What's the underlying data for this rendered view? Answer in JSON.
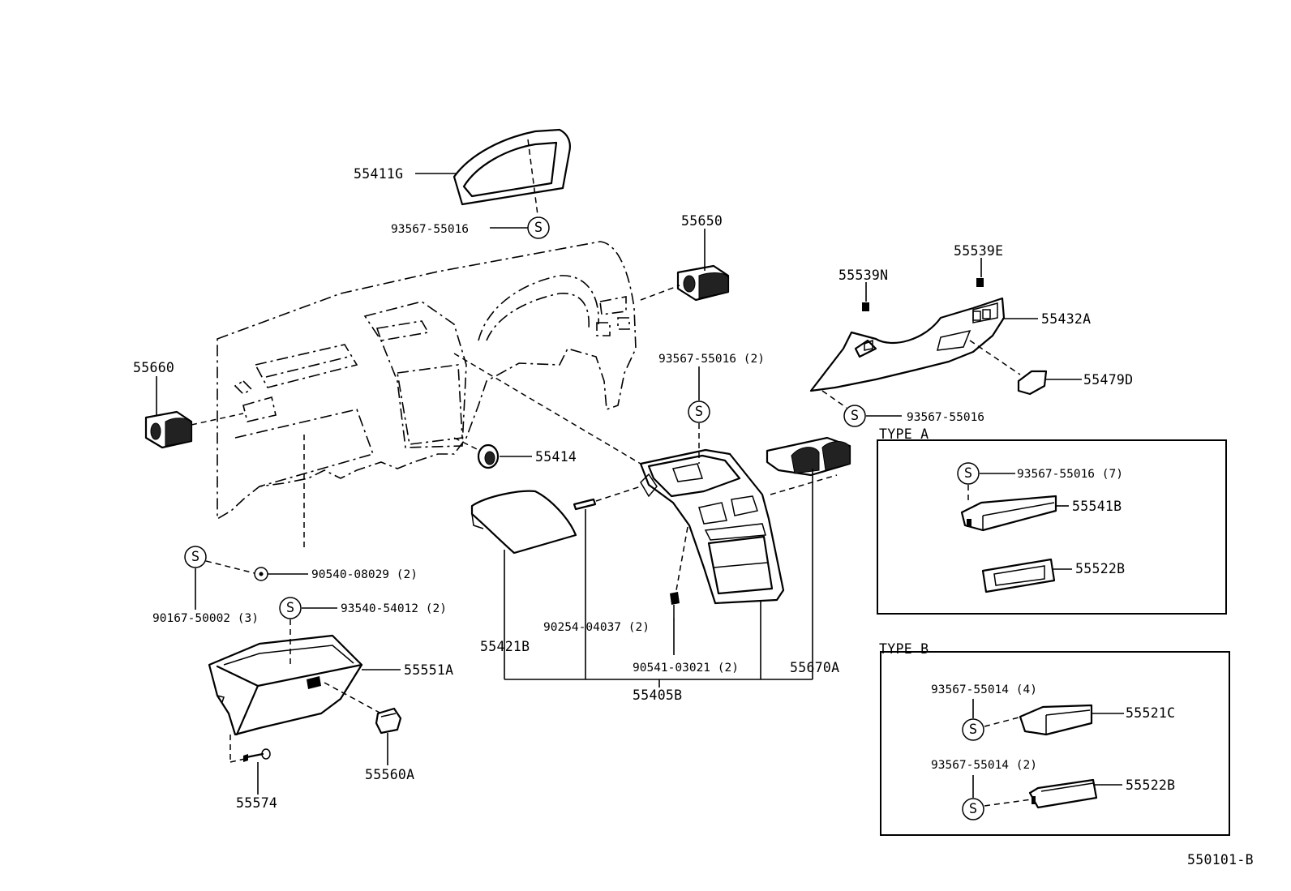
{
  "labels": {
    "p55411G": "55411G",
    "p93567_55016_a": "93567-55016",
    "p55650": "55650",
    "p55539N": "55539N",
    "p55539E": "55539E",
    "p55432A": "55432A",
    "p55660": "55660",
    "p93567_55016_2": "93567-55016 (2)",
    "p55479D": "55479D",
    "p93567_55016_b": "93567-55016",
    "p55414": "55414",
    "p90540_08029": "90540-08029 (2)",
    "p90167_50002": "90167-50002 (3)",
    "p93540_54012": "93540-54012 (2)",
    "p55551A": "55551A",
    "p55421B": "55421B",
    "p90254_04037": "90254-04037 (2)",
    "p90541_03021": "90541-03021 (2)",
    "p55670A": "55670A",
    "p55405B": "55405B",
    "p55560A": "55560A",
    "p55574": "55574",
    "typeA_title": "TYPE A",
    "typeA_93567_55016_7": "93567-55016 (7)",
    "typeA_55541B": "55541B",
    "typeA_55522B": "55522B",
    "typeB_title": "TYPE B",
    "typeB_93567_55014_4": "93567-55014 (4)",
    "typeB_55521C": "55521C",
    "typeB_93567_55014_2": "93567-55014 (2)",
    "typeB_55522B": "55522B",
    "drawing_number": "550101-B"
  },
  "screw_symbol": "S"
}
